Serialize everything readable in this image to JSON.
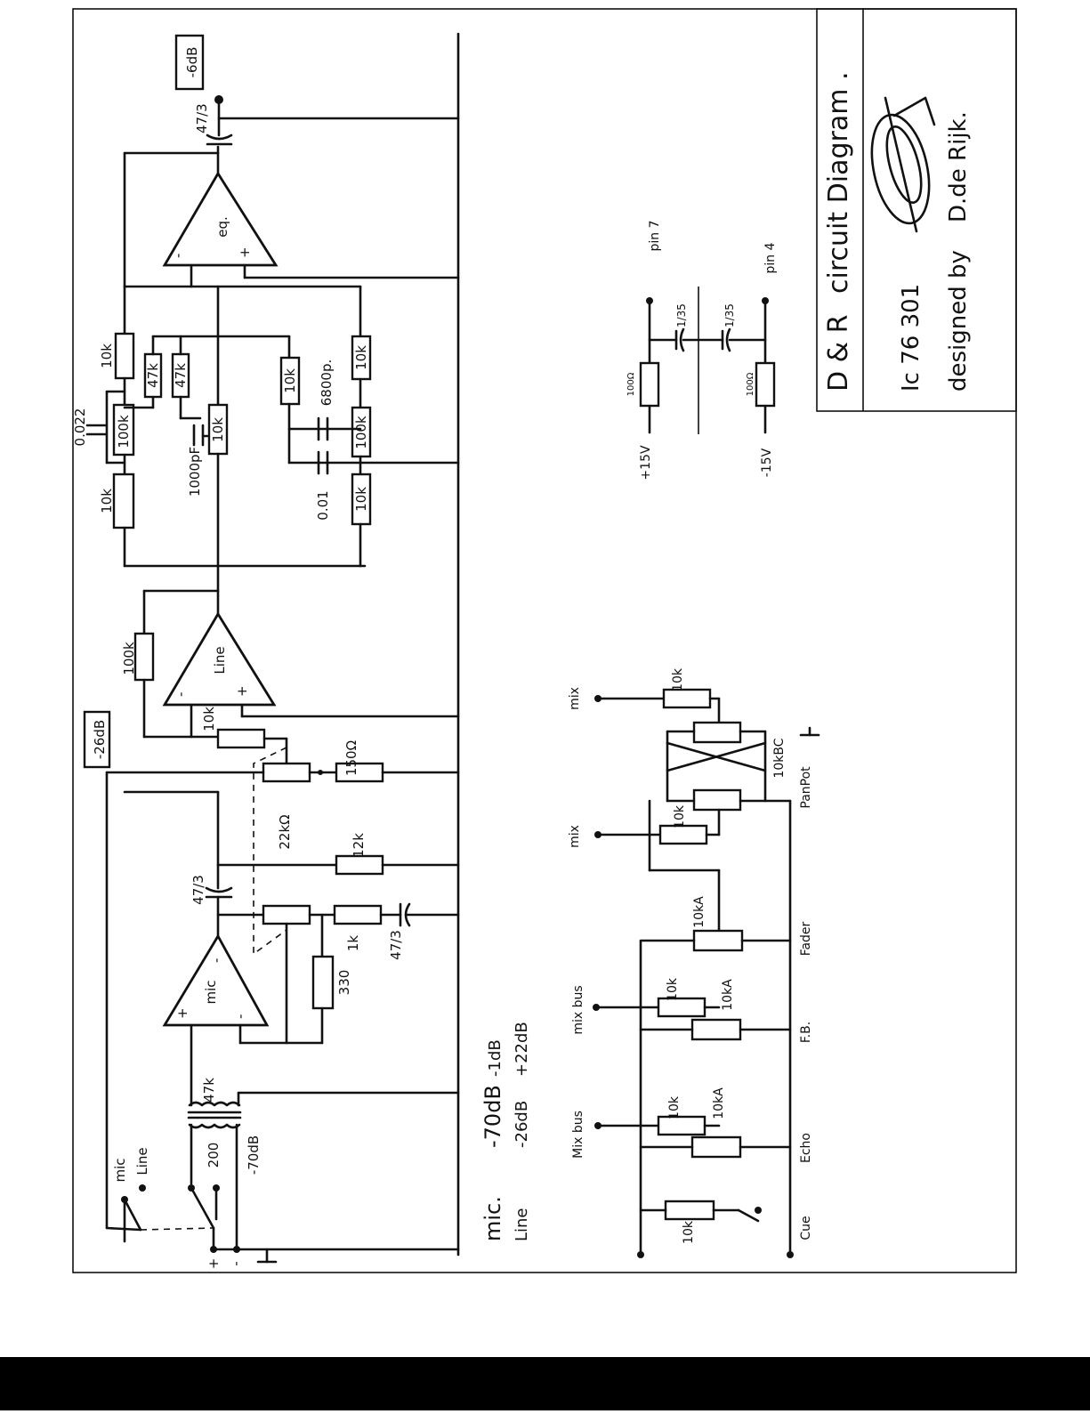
{
  "page": {
    "title_prefix": "D & R",
    "title": "circuit Diagram .",
    "ic_line": "Ic 76 301",
    "designed_by": "designed by",
    "designer": "D.de Rijk.",
    "signature_text": "D.de Rijk"
  },
  "levels": {
    "top": "-6dB",
    "mid": "-26dB",
    "mic_label": "mic.",
    "mic_in": "-70dB",
    "mic_out": "-1dB",
    "line_label": "Line",
    "line_in": "-26dB",
    "line_out": "+22dB",
    "xfmr_level": "-70dB"
  },
  "amps": {
    "eq": "eq.",
    "line": "Line",
    "mic": "mic"
  },
  "components": {
    "c_out": "47/3",
    "r_10k": "10k",
    "r_100k": "100k",
    "r_47k": "47k",
    "c_0022": "0.022",
    "c_1000p": "1000pF",
    "c_6800p": "6800p.",
    "c_001": "0.01",
    "r_line_fb": "100k",
    "r_150": "150Ω",
    "r_22k_pot": "22kΩ",
    "r_12k": "12k",
    "r_1k": "1k",
    "r_330": "330",
    "c_mic_out": "47/3",
    "c_mic_bot": "47/3",
    "r_47k_mic": "47k",
    "xfmr": "200",
    "sw_mic": "mic",
    "sw_line": "Line",
    "r_10kBC": "10kBC",
    "r_10kA": "10kA"
  },
  "mixer": {
    "mix_top": "mix",
    "mix_mid": "mix",
    "mix_bus_fb": "mix bus",
    "mix_bus_echo": "Mix bus",
    "panpot": "PanPot",
    "fader": "Fader",
    "fb": "F.B.",
    "echo": "Echo",
    "cue": "Cue"
  },
  "power": {
    "plus_v": "+15V",
    "minus_v": "-15V",
    "pin7": "pin 7",
    "pin4": "pin 4",
    "r_100": "100Ω",
    "c_1_35": "1/35"
  },
  "signs": {
    "plus": "+",
    "minus": "-"
  }
}
